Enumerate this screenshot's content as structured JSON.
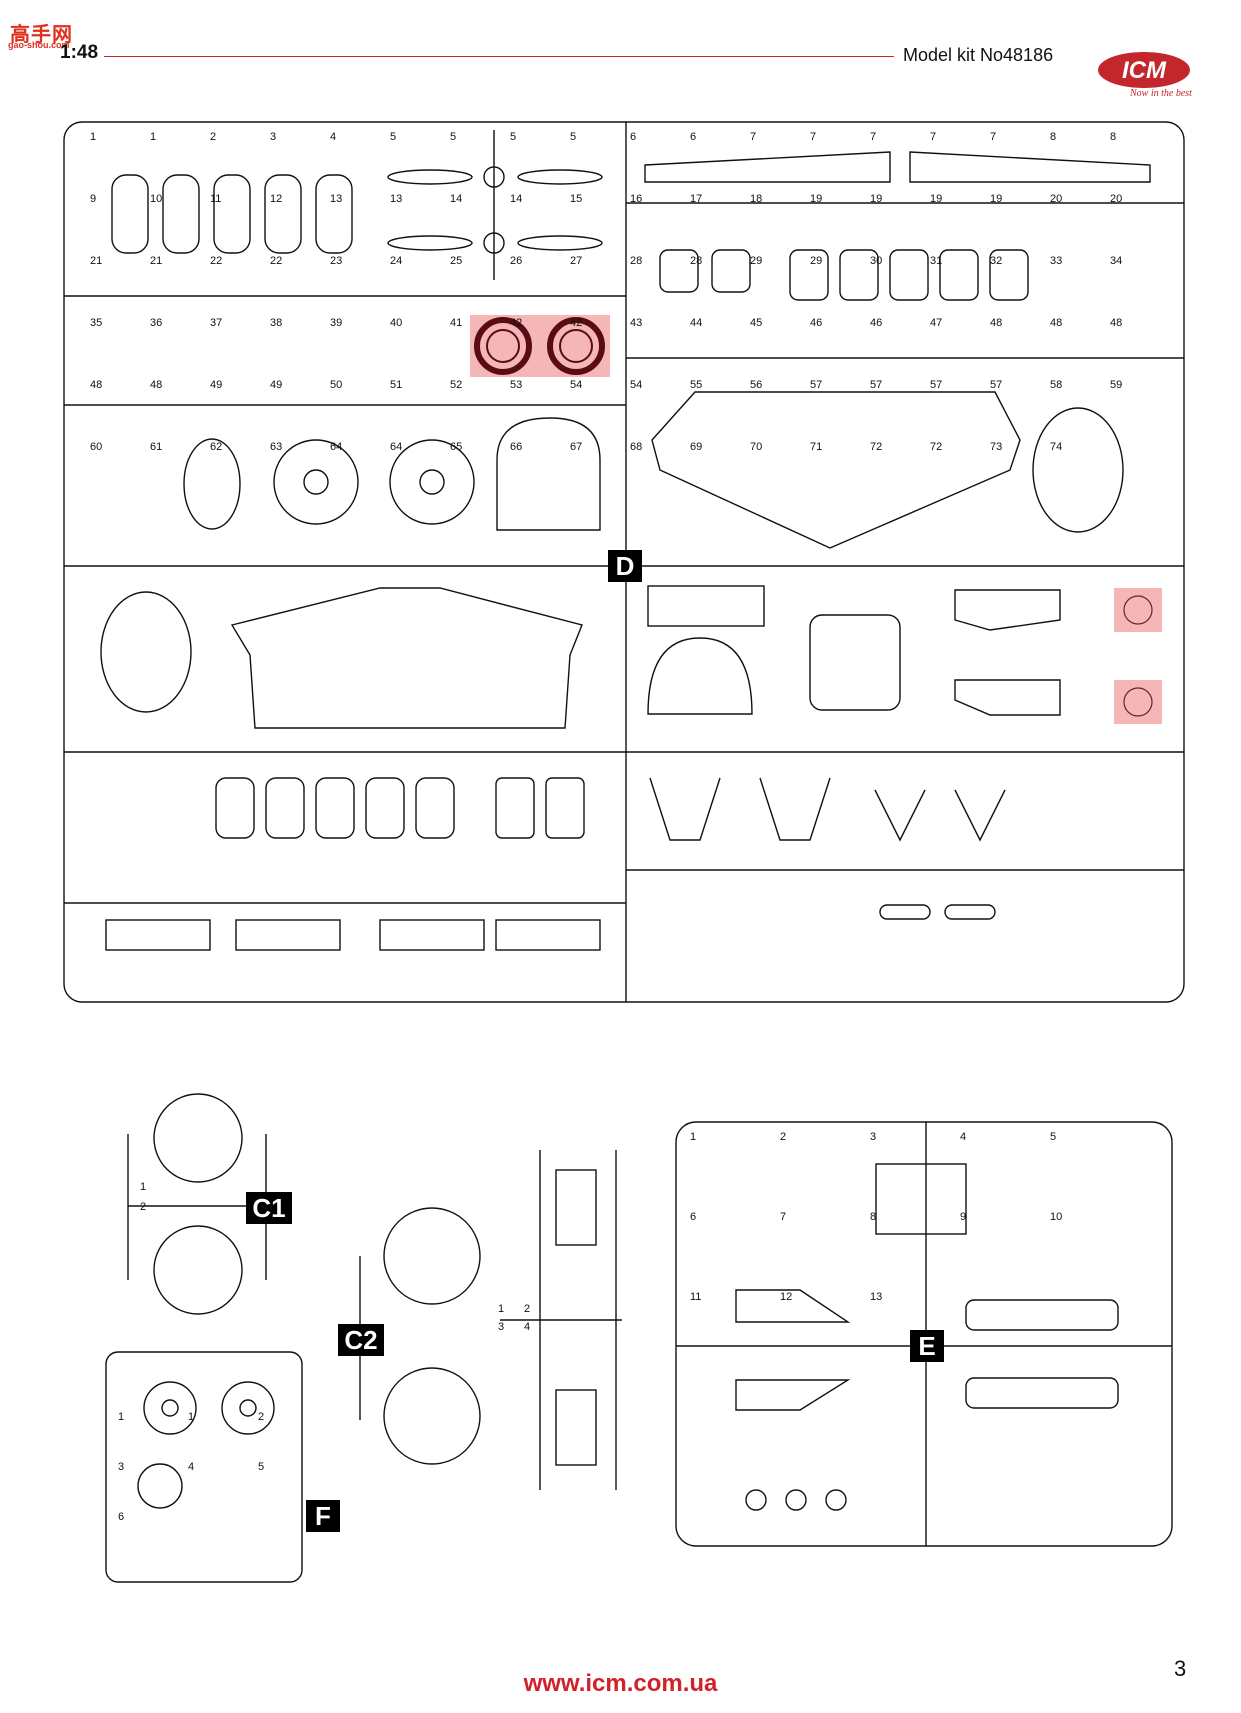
{
  "header": {
    "watermark": "高手网",
    "watermark_sub": "gao-shou.com",
    "scale": "1:48",
    "kit_number": "Model kit No48186",
    "logo": "ICM",
    "tagline": "Now in the best"
  },
  "footer": {
    "url": "www.icm.com.ua",
    "page_number": "3"
  },
  "sprues": {
    "D": {
      "label": "D",
      "parts": [
        "1",
        "1",
        "2",
        "3",
        "4",
        "5",
        "5",
        "5",
        "5",
        "6",
        "6",
        "7",
        "7",
        "7",
        "7",
        "7",
        "8",
        "8",
        "9",
        "10",
        "11",
        "12",
        "13",
        "13",
        "14",
        "14",
        "15",
        "16",
        "17",
        "18",
        "19",
        "19",
        "19",
        "19",
        "20",
        "20",
        "21",
        "21",
        "22",
        "22",
        "23",
        "24",
        "25",
        "26",
        "27",
        "28",
        "28",
        "29",
        "29",
        "30",
        "31",
        "32",
        "33",
        "34",
        "35",
        "36",
        "37",
        "38",
        "39",
        "40",
        "41",
        "42",
        "42",
        "43",
        "44",
        "45",
        "46",
        "46",
        "47",
        "48",
        "48",
        "48",
        "48",
        "48",
        "49",
        "49",
        "50",
        "51",
        "52",
        "53",
        "54",
        "54",
        "55",
        "56",
        "57",
        "57",
        "57",
        "57",
        "58",
        "59",
        "60",
        "61",
        "62",
        "63",
        "64",
        "64",
        "65",
        "66",
        "67",
        "68",
        "69",
        "70",
        "71",
        "72",
        "72",
        "73",
        "74"
      ]
    },
    "C1": {
      "label": "C1",
      "parts": [
        "1",
        "2"
      ]
    },
    "C2": {
      "label": "C2",
      "parts": [
        "1",
        "2",
        "3",
        "4"
      ]
    },
    "E": {
      "label": "E",
      "parts": [
        "1",
        "2",
        "3",
        "4",
        "5",
        "6",
        "7",
        "8",
        "9",
        "10",
        "11",
        "12",
        "13"
      ]
    },
    "F": {
      "label": "F",
      "parts": [
        "1",
        "1",
        "2",
        "3",
        "4",
        "5",
        "6"
      ]
    }
  },
  "colors": {
    "accent_red": "#c3262b",
    "highlight": "#f4b6b6"
  }
}
